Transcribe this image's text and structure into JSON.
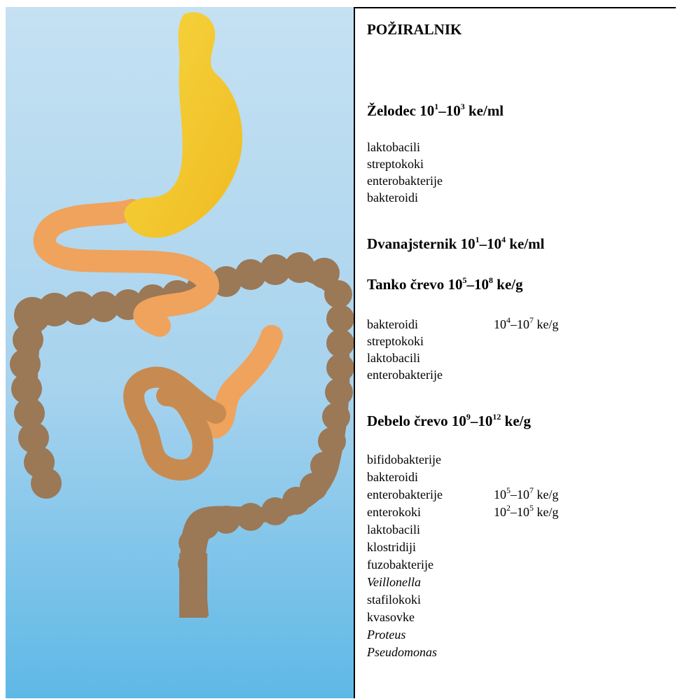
{
  "colors": {
    "background_top": "#c5e1f2",
    "background_bottom": "#5eb8e6",
    "stomach": "#f2c52b",
    "small_intestine": "#efa35d",
    "large_intestine": "#9b7856"
  },
  "organs": {
    "esophagus": {
      "title": "POŽIRALNIK"
    },
    "stomach": {
      "title": "Želodec",
      "range_base1": "10",
      "range_exp1": "1",
      "range_sep": "–",
      "range_base2": "10",
      "range_exp2": "3",
      "unit": " ke/ml",
      "bacteria": [
        "laktobacili",
        "streptokoki",
        "enterobakterije",
        "bakteroidi"
      ]
    },
    "duodenum": {
      "title": "Dvanajsternik",
      "range_base1": "10",
      "range_exp1": "1",
      "range_sep": "–",
      "range_base2": "10",
      "range_exp2": "4",
      "unit": " ke/ml"
    },
    "small_intestine": {
      "title": "Tanko črevo",
      "range_base1": "10",
      "range_exp1": "5",
      "range_sep": "–",
      "range_base2": "10",
      "range_exp2": "8",
      "unit": " ke/g",
      "bacteria": [
        {
          "name": "bakteroidi",
          "base1": "10",
          "exp1": "4",
          "sep": "–",
          "base2": "10",
          "exp2": "7",
          "unit": " ke/g"
        },
        {
          "name": "streptokoki"
        },
        {
          "name": "laktobacili"
        },
        {
          "name": "enterobakterije"
        }
      ]
    },
    "large_intestine": {
      "title": "Debelo črevo",
      "range_base1": "10",
      "range_exp1": "9",
      "range_sep": "–",
      "range_base2": "10",
      "range_exp2": "12",
      "unit": " ke/g",
      "bacteria": [
        {
          "name": "bifidobakterije"
        },
        {
          "name": "bakteroidi"
        },
        {
          "name": "enterobakterije",
          "base1": "10",
          "exp1": "5",
          "sep": "–",
          "base2": "10",
          "exp2": "7",
          "unit": " ke/g"
        },
        {
          "name": "enterokoki",
          "base1": "10",
          "exp1": "2",
          "sep": "–",
          "base2": "10",
          "exp2": "5",
          "unit": " ke/g"
        },
        {
          "name": "laktobacili"
        },
        {
          "name": "klostridiji"
        },
        {
          "name": "fuzobakterije"
        },
        {
          "name": "Veillonella",
          "italic": true
        },
        {
          "name": "stafilokoki"
        },
        {
          "name": "kvasovke"
        },
        {
          "name": "Proteus",
          "italic": true
        },
        {
          "name": "Pseudomonas",
          "italic": true
        }
      ]
    }
  }
}
